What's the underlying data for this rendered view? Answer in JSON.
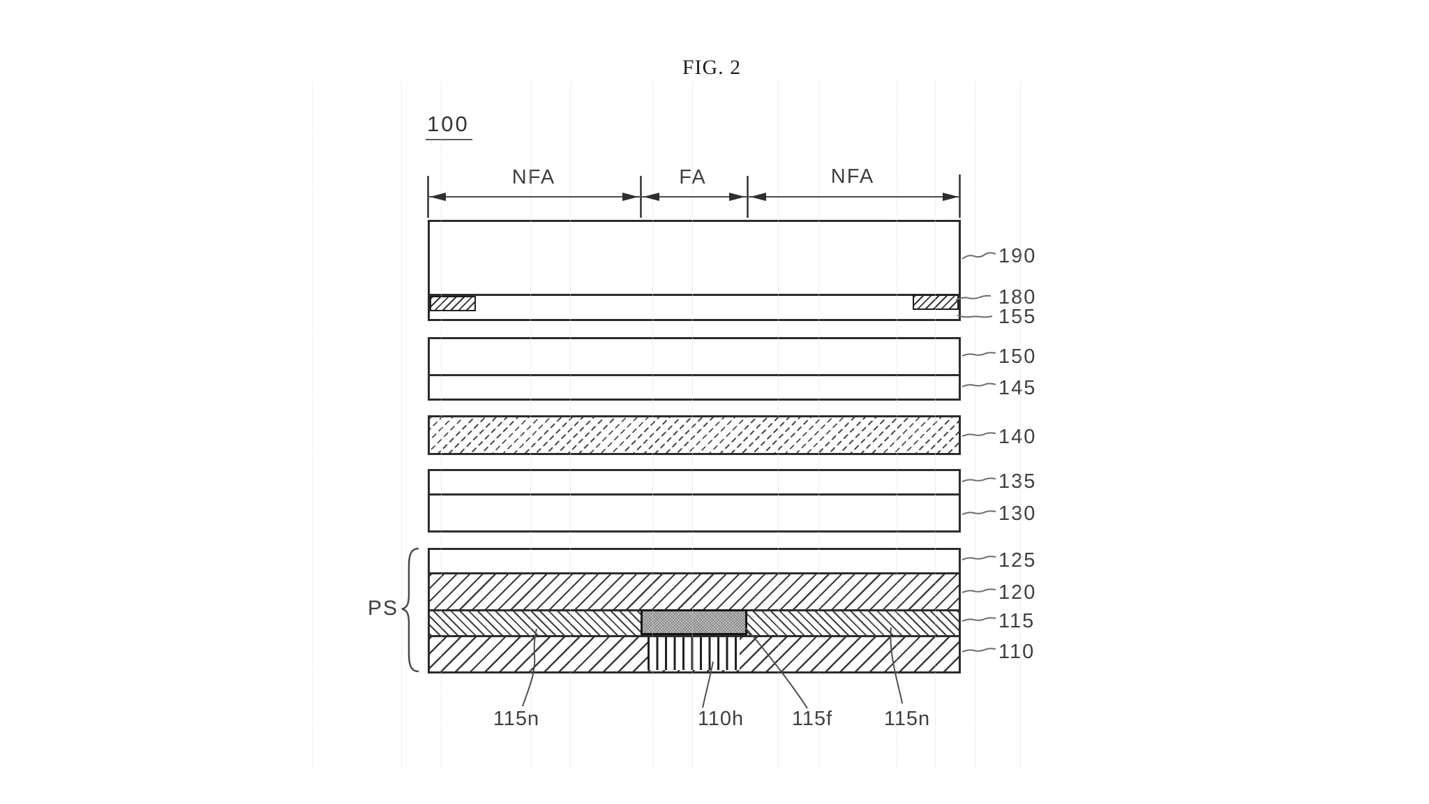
{
  "figure_title": "FIG. 2",
  "reference_number": "100",
  "dimension_regions": {
    "left": "NFA",
    "center": "FA",
    "right": "NFA"
  },
  "ps_group_label": "PS",
  "labels": {
    "right": [
      "190",
      "180",
      "155",
      "150",
      "145",
      "140",
      "135",
      "130",
      "125",
      "120",
      "115",
      "110"
    ],
    "bottom": [
      "115n",
      "110h",
      "115f",
      "115n"
    ]
  },
  "colors": {
    "line": "#2c2c2c",
    "text": "#3e3e3e",
    "feature_115f_fill": "#c6c6c6",
    "background": "#ffffff"
  }
}
